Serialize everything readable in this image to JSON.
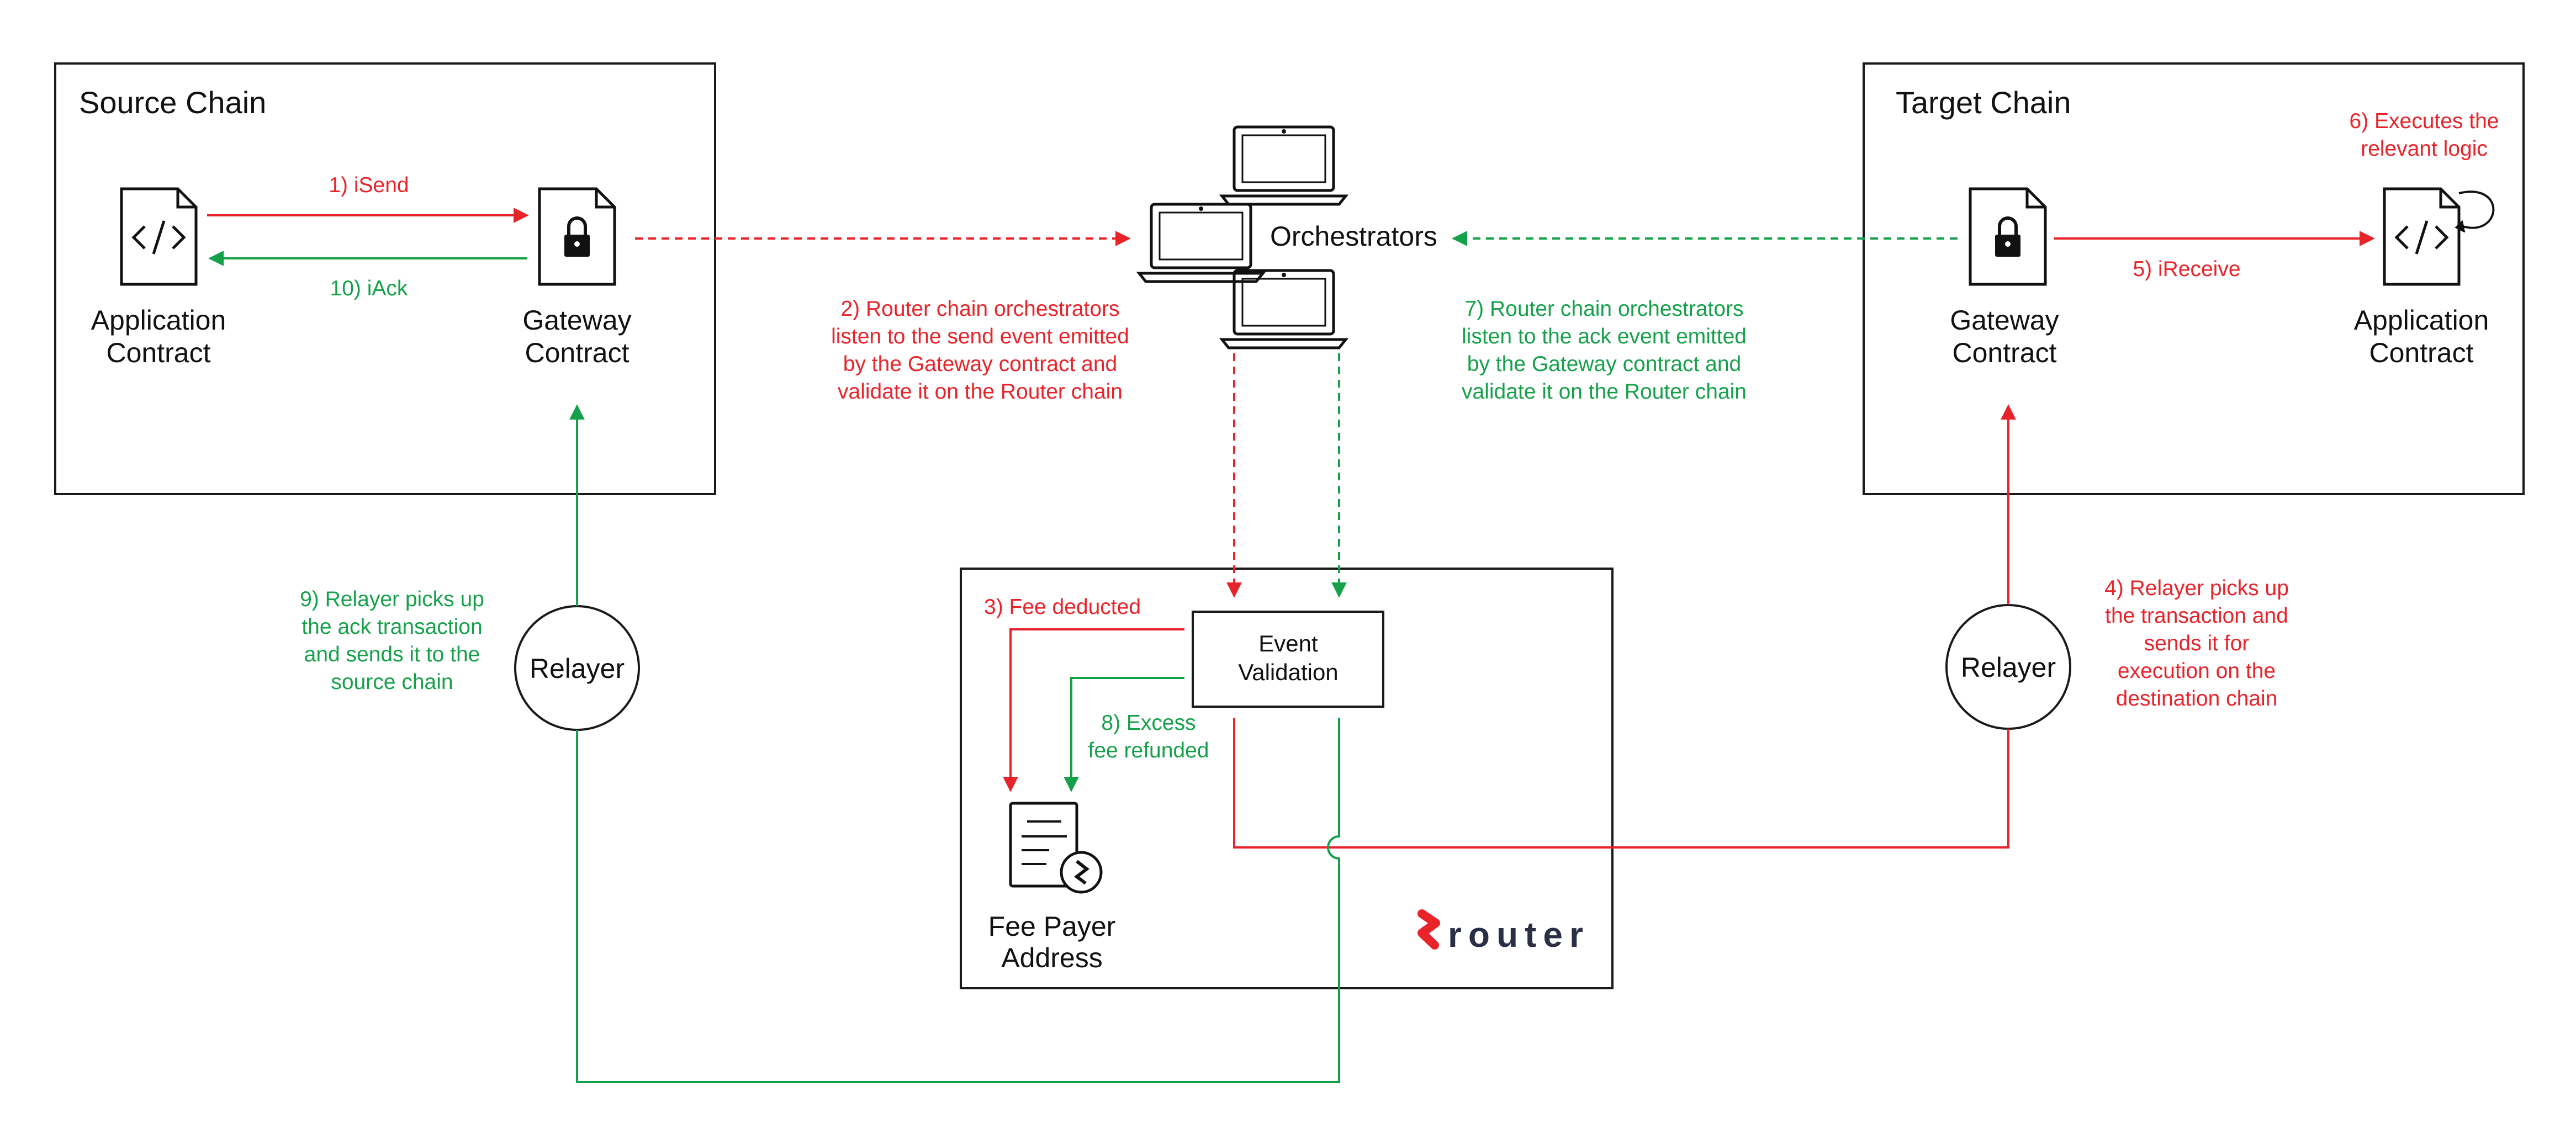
{
  "source_chain": {
    "title": "Source Chain",
    "app_contract": [
      "Application",
      "Contract"
    ],
    "gateway_contract": [
      "Gateway",
      "Contract"
    ]
  },
  "target_chain": {
    "title": "Target Chain",
    "gateway_contract": [
      "Gateway",
      "Contract"
    ],
    "app_contract": [
      "Application",
      "Contract"
    ]
  },
  "orchestrators": {
    "label": "Orchestrators"
  },
  "router_box": {
    "event_validation": [
      "Event",
      "Validation"
    ],
    "fee_payer": [
      "Fee Payer",
      "Address"
    ],
    "brand": "router"
  },
  "relayer_left": {
    "label": "Relayer"
  },
  "relayer_right": {
    "label": "Relayer"
  },
  "steps": {
    "s1": "1) iSend",
    "s2": [
      "2) Router chain orchestrators",
      "listen to the send event emitted",
      "by the Gateway contract and",
      "validate it on the Router chain"
    ],
    "s3": "3) Fee deducted",
    "s4": [
      "4) Relayer picks up",
      "the transaction and",
      "sends it for",
      "execution on the",
      "destination chain"
    ],
    "s5": "5) iReceive",
    "s6": [
      "6) Executes the",
      "relevant logic"
    ],
    "s7": [
      "7) Router chain orchestrators",
      "listen to the ack event emitted",
      "by the Gateway contract and",
      "validate it on the Router chain"
    ],
    "s8": [
      "8) Excess",
      "fee refunded"
    ],
    "s9": [
      "9) Relayer picks up",
      "the ack transaction",
      "and sends it to the",
      "source chain"
    ],
    "s10": "10) iAck"
  },
  "colors": {
    "send_flow": "#e8232a",
    "ack_flow": "#15a04a",
    "outline": "#1a1a1a"
  }
}
